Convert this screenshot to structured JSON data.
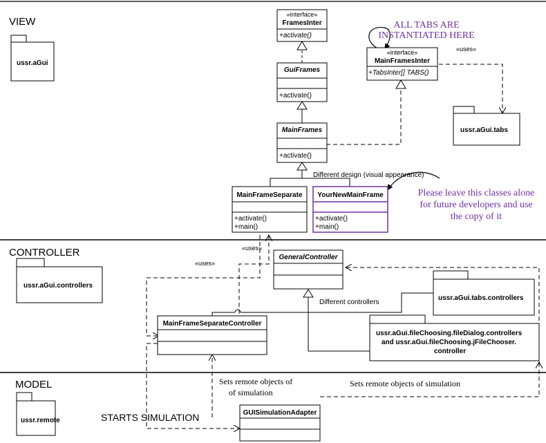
{
  "sections": {
    "view": "VIEW",
    "controller": "CONTROLLER",
    "model": "MODEL"
  },
  "packages": {
    "agui": "ussr.aGui",
    "agui_tabs": "ussr.aGui.tabs",
    "controllers": "ussr.aGui.controllers",
    "tabs_controllers": "ussr.aGui.tabs.controllers",
    "file_controllers_line1": "ussr.aGui.fileChoosing.fileDialog.controllers",
    "file_controllers_line2": "and  ussr.aGui.fileChoosing.jFileChooser.",
    "file_controllers_line3": "controller",
    "remote": "ussr.remote"
  },
  "classes": {
    "frames_inter": {
      "stereotype": "«interface»",
      "name": "FramesInter",
      "op": "+activate()"
    },
    "main_frames_inter": {
      "stereotype": "«interface»",
      "name": "MainFramesInter",
      "op": "+TabsInter[] TABS()"
    },
    "gui_frames": {
      "name": "GuiFrames",
      "op": "+activate()"
    },
    "main_frames": {
      "name": "MainFrames",
      "op": "+activate()"
    },
    "main_frame_separate": {
      "name": "MainFrameSeparate",
      "op1": "+activate()",
      "op2": "+main()"
    },
    "your_new_main_frame": {
      "name": "YourNewMainFrame",
      "op1": "+activate()",
      "op2": "+main()"
    },
    "general_controller": {
      "name": "GeneralController"
    },
    "main_frame_separate_controller": {
      "name": "MainFrameSeparateController"
    },
    "gui_simulation_adapter": {
      "name": "GUISimulationAdapter"
    }
  },
  "labels": {
    "uses_tabs": "«uses»",
    "uses_upper": "«uses»",
    "uses_left": "«uses»",
    "different_design": "Different design (visual appearance)",
    "different_controllers": "Different controllers",
    "sets_remote_1a": "Sets remote objects of",
    "sets_remote_1b": "of simulation",
    "sets_remote_2": "Sets remote objects of simulation",
    "starts_simulation": "STARTS  SIMULATION"
  },
  "notes": {
    "tabs_line1": "ALL TABS ARE",
    "tabs_line2": "INSTANTIATED HERE",
    "leave_line1": "Please leave this classes alone",
    "leave_line2": "for future developers and use",
    "leave_line3": "the copy of it"
  },
  "colors": {
    "note": "#7030a0",
    "line": "#000000",
    "background": "#ffffff"
  }
}
